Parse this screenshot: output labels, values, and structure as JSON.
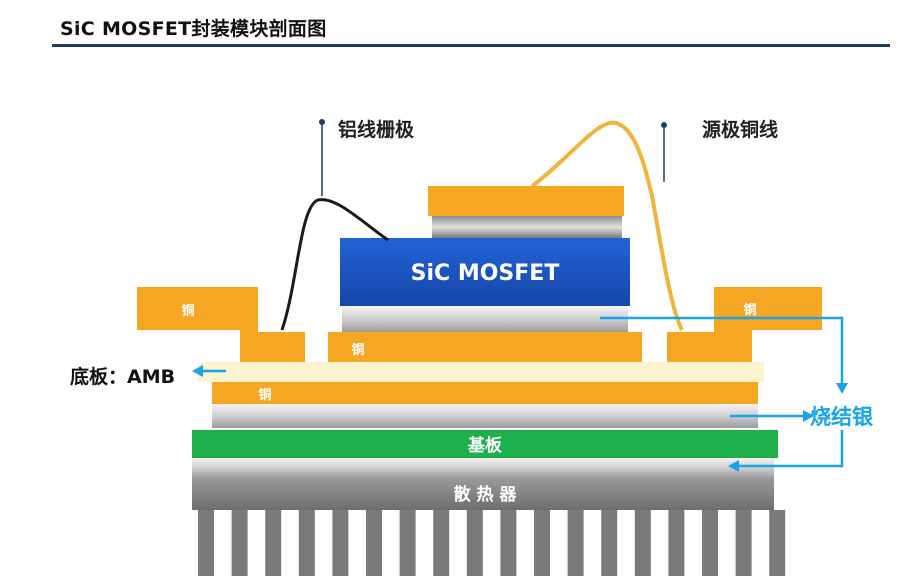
{
  "page": {
    "title": "SiC MOSFET封装模块剖面图"
  },
  "diagram": {
    "chip_label": "SiC MOSFET",
    "callouts": {
      "gate_wire": "铝线栅极",
      "source_wire": "源极铜线",
      "substrate": "底板：AMB",
      "sinter": "烧结银"
    },
    "layers": {
      "copper_left": "铜",
      "copper_center": "铜",
      "copper_right": "铜",
      "copper_lower": "铜",
      "baseplate": "基板",
      "heatsink": "散 热 器"
    },
    "colors": {
      "copper": "#f5a623",
      "chip": "#1a56c4",
      "silver": "#d9d9d9",
      "amb": "#fbf4cf",
      "baseplate": "#1eb04a",
      "heatsink": "#808080",
      "arrow": "#1aa3e8",
      "gold_wire": "#f0b43c",
      "title_rule": "#1f3b63"
    }
  }
}
